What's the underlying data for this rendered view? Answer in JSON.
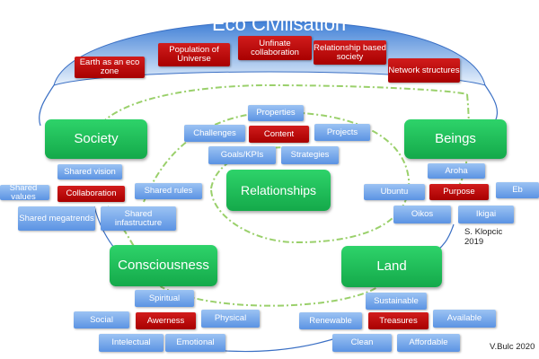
{
  "title": "Eco Civilisation",
  "credit_right": "V.Bulc 2020",
  "credit_klopcic_line1": "S. Klopcic",
  "credit_klopcic_line2": "2019",
  "top_terms": [
    "Earth as an eco zone",
    "Population of Universe",
    "Unfinate collaboration",
    "Relationship based society",
    "Network structures"
  ],
  "society": {
    "label": "Society",
    "center": "Collaboration",
    "terms": [
      "Shared vision",
      "Shared values",
      "Shared rules",
      "Shared megatrends",
      "Shared infastructure"
    ]
  },
  "beings": {
    "label": "Beings",
    "center": "Purpose",
    "terms": [
      "Aroha",
      "Ubuntu",
      "Eb",
      "Oikos",
      "Ikigai"
    ]
  },
  "consciousness": {
    "label": "Consciousness",
    "center": "Awerness",
    "terms": [
      "Spiritual",
      "Social",
      "Physical",
      "Intelectual",
      "Emotional"
    ]
  },
  "land": {
    "label": "Land",
    "center": "Treasures",
    "terms": [
      "Sustainable",
      "Renewable",
      "Available",
      "Clean",
      "Affordable"
    ]
  },
  "relationships": {
    "label": "Relationships",
    "center": "Content",
    "terms": [
      "Properties",
      "Challenges",
      "Projects",
      "Goals/KPIs",
      "Strategies"
    ]
  },
  "colors": {
    "dome": "#4a86d6",
    "green": "#1dbb55",
    "blue_box": "#7aa9ea",
    "red_box": "#b80000",
    "dash_line": "#9ad06b",
    "connector": "#3a6fc4"
  }
}
